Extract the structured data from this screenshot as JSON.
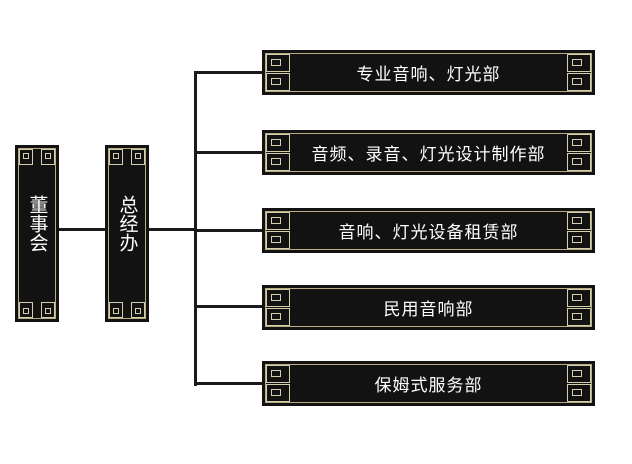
{
  "board": {
    "label": "董事会"
  },
  "office": {
    "label": "总经办"
  },
  "departments": [
    {
      "label": "专业音响、灯光部"
    },
    {
      "label": "音频、录音、灯光设计制作部"
    },
    {
      "label": "音响、灯光设备租赁部"
    },
    {
      "label": "民用音响部"
    },
    {
      "label": "保姆式服务部"
    }
  ]
}
